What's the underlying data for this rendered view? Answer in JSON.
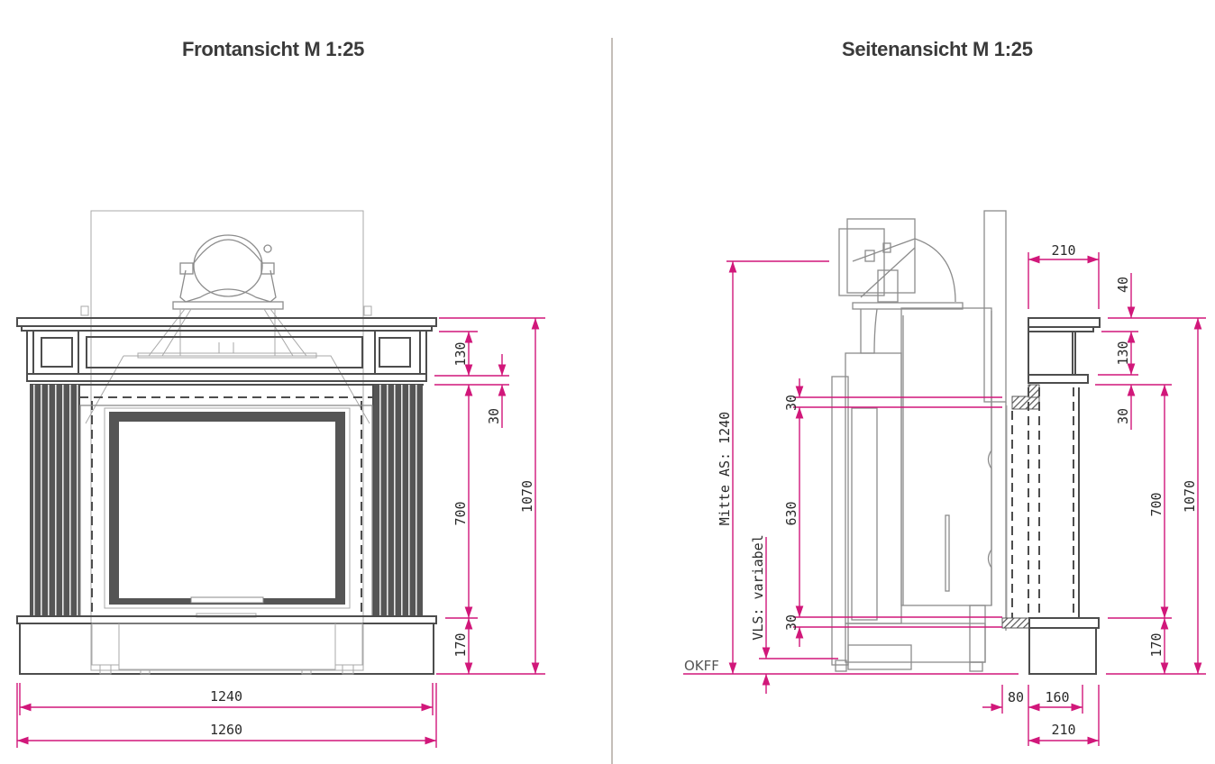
{
  "titles": {
    "front": "Frontansicht M 1:25",
    "side": "Seitenansicht M 1:25"
  },
  "colors": {
    "dimension_lines": "#d1177a",
    "drawing_lines": "#8c8c8c",
    "solid_parts": "#555555",
    "title_text": "#3a3a3a",
    "divider": "#b0a8a0"
  },
  "front_view": {
    "dimensions": {
      "width_inner": "1240",
      "width_outer": "1260",
      "top_band": "130",
      "shelf": "30",
      "opening_height": "700",
      "plinth": "170",
      "total_height": "1070"
    }
  },
  "side_view": {
    "dimensions": {
      "top_depth": "210",
      "cornice": "40",
      "top_band": "130",
      "shelf": "30",
      "opening_height": "700",
      "plinth": "170",
      "total_height": "1070",
      "insert_top_gap": "30",
      "insert_height": "630",
      "insert_bottom_gap": "30",
      "flue_center": "Mitte AS: 1240",
      "vls": "VLS: variabel",
      "floor_label": "OKFF",
      "wall_offset": "80",
      "pillar_depth": "160",
      "base_depth": "210"
    }
  }
}
